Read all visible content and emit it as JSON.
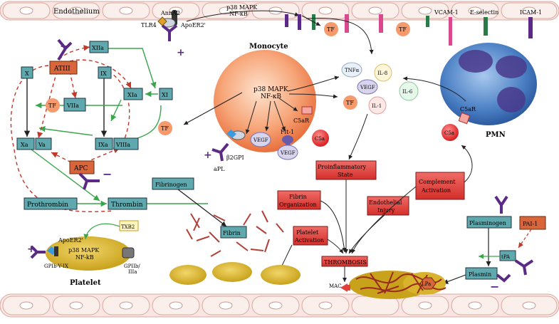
{
  "labels": {
    "endothelium": "Endothelium",
    "monocyte": "Monocyte",
    "pmn": "PMN",
    "platelet": "Platelet",
    "anna2": "AnnA2",
    "tlr4": "TLR4",
    "apoer2_top": "ApoER2'",
    "p38_top": "p38 MAPK",
    "nfkb_top": "NF-κB",
    "vcam": "VCAM-1",
    "eselectin": "E-selectin",
    "icam": "ICAM-1",
    "p38_mono": "p38 MAPK",
    "nfkb_mono": "NF-κB",
    "c5ar": "C5aR",
    "c5ar_pmn": "C5aR",
    "flt1": "Flt-1",
    "b2gpi": "β2GPI",
    "apl": "aPL",
    "apoer2_plt": "ApoER2'",
    "p38_plt": "p38 MAPK",
    "nfkb_plt": "NF-kB",
    "gp1b": "GPIb-V-IX",
    "gpiib1": "GPIIb/",
    "gpiib2": "IIIa",
    "mac": "MAC",
    "lpa": "LPa"
  },
  "cascade": {
    "atiii": "ATIII",
    "xiia": "XIIa",
    "x": "X",
    "ix": "IX",
    "viia": "VIIa",
    "xia": "XIa",
    "xi": "XI",
    "xa": "Xa",
    "va": "Va",
    "ixa": "IXa",
    "viiia": "VIIIa",
    "apc": "APC",
    "prothrombin": "Prothrombin",
    "thrombin": "Thrombin",
    "fibrinogen": "Fibrinogen",
    "fibrin": "Fibrin",
    "txb2": "TXB2",
    "plasminogen": "Plasminogen",
    "plasmin": "Plasmin",
    "pai1": "PAI-1",
    "tpa": "tPA"
  },
  "factors": {
    "tf": "TF",
    "tnfa": "TNFα",
    "il8": "IL-8",
    "il6": "IL-6",
    "il1": "IL-1",
    "vegf": "VEGF",
    "c5a": "C5a"
  },
  "processes": {
    "proinflammatory_1": "Proinflammatory",
    "proinflammatory_2": "State",
    "fibrin_org_1": "Fibrin",
    "fibrin_org_2": "Organization",
    "endothelial_1": "Endothelial",
    "endothelial_2": "Injury",
    "complement_1": "Complement",
    "complement_2": "Activation",
    "platelet_act_1": "Platelet",
    "platelet_act_2": "Activation",
    "thrombosis": "THROMBOSIS"
  },
  "colors": {
    "teal_box": "#5fa8ad",
    "red_box": "#e2403d",
    "orange_box": "#d9663a",
    "purple": "#5b2a86",
    "tf_circle": "#f59a6c",
    "green_arrow": "#3aa64b",
    "red_dash": "#c0392b",
    "cell_border": "#d8a8a0"
  }
}
